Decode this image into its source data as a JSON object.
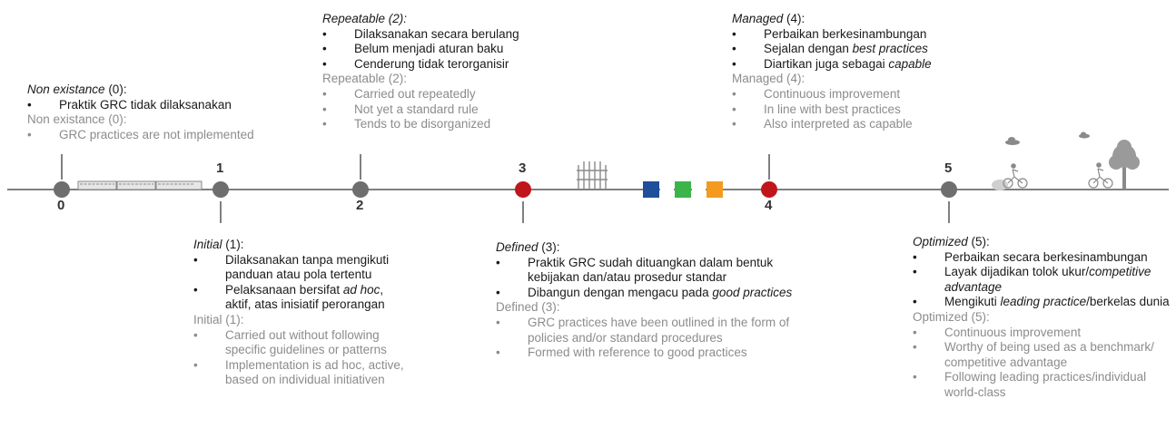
{
  "colors": {
    "line": "#7f7f7f",
    "node_grey": "#6e6e6e",
    "node_red": "#c0161b",
    "text_main": "#1a1a1a",
    "text_en": "#8c8c8c",
    "sq_blue": "#1f4e9a",
    "sq_green": "#3bb54a",
    "sq_orange": "#f39a1f"
  },
  "nodes": [
    {
      "num": "0",
      "color": "grey"
    },
    {
      "num": "1",
      "color": "grey"
    },
    {
      "num": "2",
      "color": "grey"
    },
    {
      "num": "3",
      "color": "red"
    },
    {
      "num": "4",
      "color": "red"
    },
    {
      "num": "5",
      "color": "grey"
    }
  ],
  "levels": {
    "l0": {
      "id_head_italic": "Non existance",
      "id_head_rest": " (0):",
      "id_items": [
        "Praktik GRC tidak dilaksanakan"
      ],
      "en_head": "Non existance (0):",
      "en_items": [
        "GRC practices are not implemented"
      ]
    },
    "l1": {
      "id_head_italic": "Initial",
      "id_head_rest": " (1):",
      "id_items": [
        {
          "pre": "Dilaksanakan tanpa mengikuti panduan atau pola tertentu",
          "it": "",
          "post": ""
        },
        {
          "pre": "Pelaksanaan bersifat ",
          "it": "ad hoc",
          "post": ", aktif, atas inisiatif perorangan"
        }
      ],
      "en_head": "Initial (1):",
      "en_items": [
        "Carried out without following specific guidelines or patterns",
        "Implementation is ad hoc, active, based on individual initiativen"
      ]
    },
    "l2": {
      "id_head_italic": "Repeatable (2):",
      "id_head_rest": "",
      "id_items": [
        "Dilaksanakan secara berulang",
        "Belum menjadi aturan baku",
        "Cenderung tidak terorganisir"
      ],
      "en_head": "Repeatable (2):",
      "en_items": [
        "Carried out repeatedly",
        "Not yet a standard rule",
        "Tends to be disorganized"
      ]
    },
    "l3": {
      "id_head_italic": "Defined",
      "id_head_rest": " (3):",
      "id_items": [
        {
          "pre": "Praktik GRC sudah dituangkan dalam bentuk kebijakan dan/atau prosedur standar",
          "it": "",
          "post": ""
        },
        {
          "pre": "Dibangun dengan mengacu pada ",
          "it": "good practices",
          "post": ""
        }
      ],
      "en_head": "Defined (3):",
      "en_items": [
        "GRC practices have been outlined in the form of policies and/or standard procedures",
        "Formed with reference to good practices"
      ]
    },
    "l4": {
      "id_head_italic": "Managed",
      "id_head_rest": " (4):",
      "id_items": [
        {
          "pre": "Perbaikan berkesinambungan",
          "it": "",
          "post": ""
        },
        {
          "pre": "Sejalan dengan ",
          "it": "best practices",
          "post": ""
        },
        {
          "pre": "Diartikan juga sebagai ",
          "it": "capable",
          "post": ""
        }
      ],
      "en_head": "Managed (4):",
      "en_items": [
        "Continuous improvement",
        "In line with best practices",
        "Also interpreted as capable"
      ]
    },
    "l5": {
      "id_head_italic": "Optimized",
      "id_head_rest": " (5):",
      "id_items": [
        {
          "pre": "Perbaikan secara berkesinambungan",
          "it": "",
          "post": ""
        },
        {
          "pre": "Layak dijadikan tolok ukur/",
          "it": "competitive advantage",
          "post": ""
        },
        {
          "pre": "Mengikuti ",
          "it": "leading practice",
          "post": "/berkelas dunia"
        }
      ],
      "en_head": "Optimized (5):",
      "en_items": [
        "Continuous improvement",
        "Worthy of being used as a benchmark/ competitive advantage",
        "Following leading practices/individual world-class"
      ]
    }
  },
  "decorations": [
    "train-icon",
    "fence-icon",
    "squares-icon",
    "cyclists-icon",
    "tree-icon",
    "cloud-icon"
  ]
}
